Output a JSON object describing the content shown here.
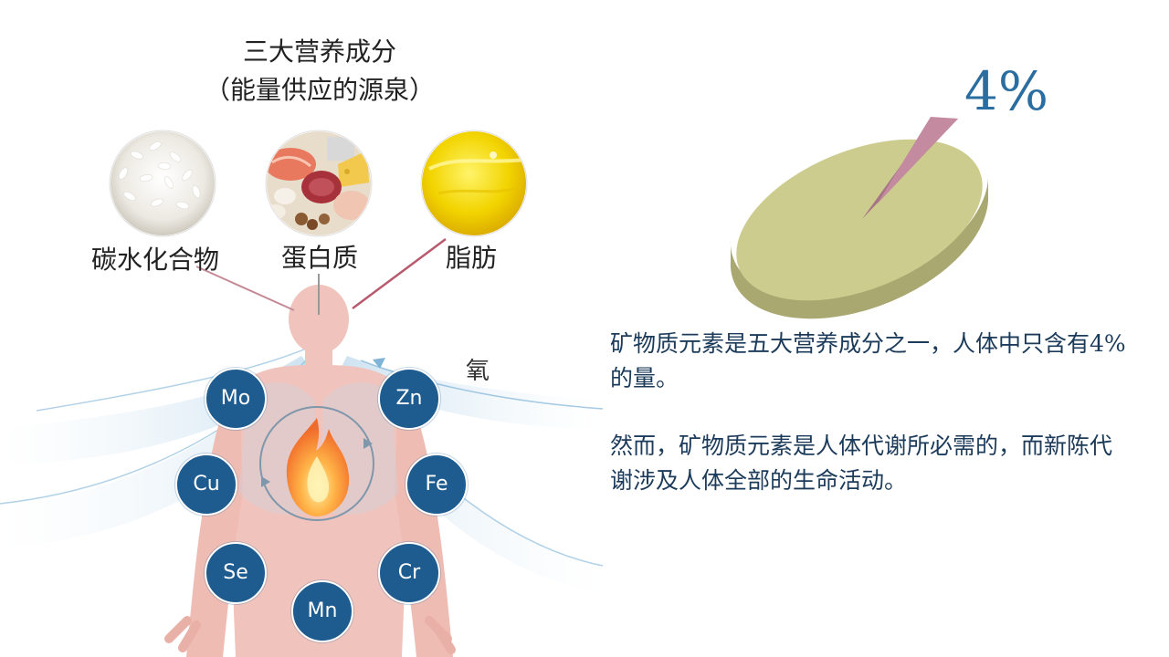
{
  "title": {
    "line1": "三大营养成分",
    "line2": "（能量供应的源泉）"
  },
  "foods": [
    {
      "label": "碳水化合物",
      "image": "rice"
    },
    {
      "label": "蛋白质",
      "image": "meat-fish-cheese-eggs"
    },
    {
      "label": "脂肪",
      "image": "oil"
    }
  ],
  "oxygen_label": "氧",
  "elements": [
    "Mo",
    "Zn",
    "Cu",
    "Fe",
    "Se",
    "Cr",
    "Mn"
  ],
  "pie": {
    "percent_label": "4%",
    "value": 4,
    "colors": {
      "main": "#cccc8e",
      "side": "#a8a870",
      "slice": "#c48aa0"
    }
  },
  "description": {
    "paragraph1": "矿物质元素是五大营养成分之一，人体中只含有4%的量。",
    "paragraph2": "然而，矿物质元素是人体代谢所必需的，而新陈代谢涉及人体全部的生命活动。"
  },
  "colors": {
    "element_circle": "#1e5c90",
    "body": "#f0c4bc",
    "text_accent": "#2a6da0"
  }
}
